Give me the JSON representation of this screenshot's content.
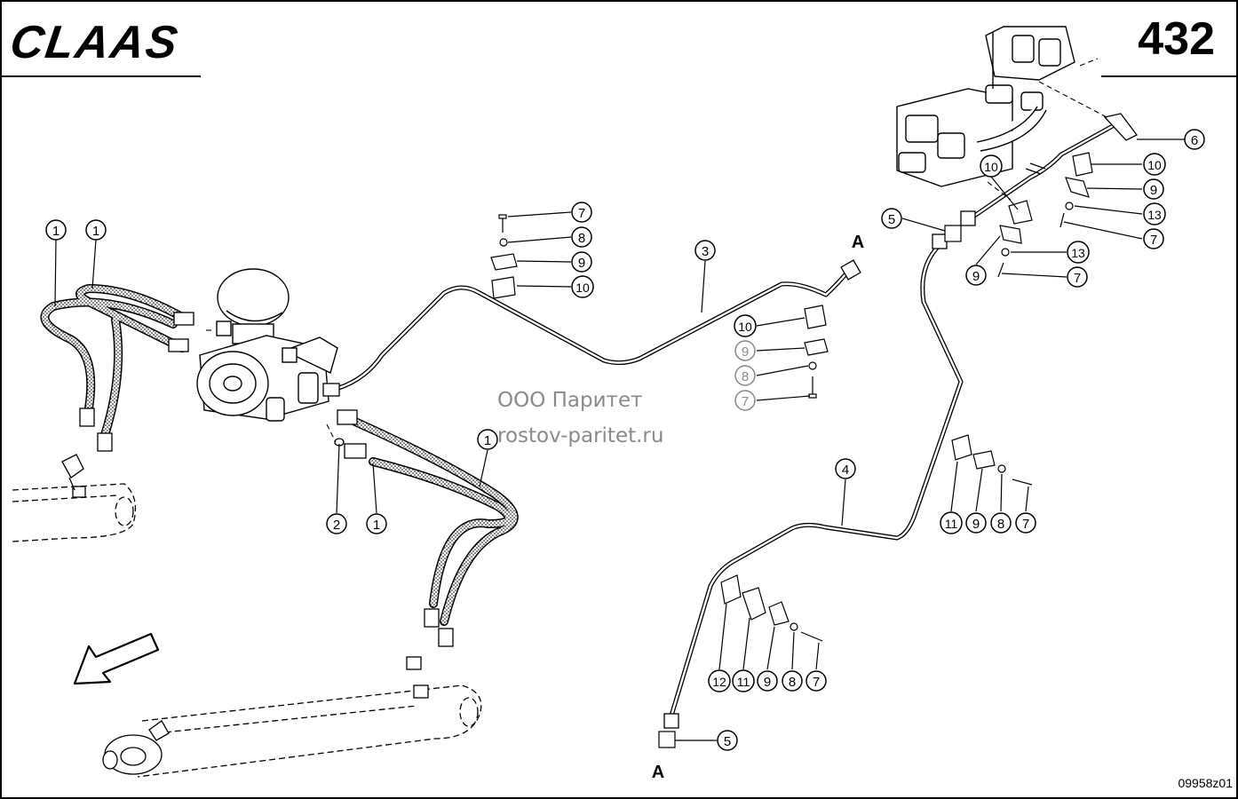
{
  "header": {
    "brand": "CLAAS",
    "page_number": "432"
  },
  "watermark": {
    "line1": "ООО Паритет",
    "line2": "rostov-paritet.ru"
  },
  "footer": {
    "doc_ref": "09958z01"
  },
  "connection_label": "A",
  "callouts": [
    {
      "id": "c1a",
      "label": "1",
      "gray": false
    },
    {
      "id": "c1b",
      "label": "1",
      "gray": false
    },
    {
      "id": "c1c",
      "label": "1",
      "gray": false
    },
    {
      "id": "c1d",
      "label": "1",
      "gray": false
    },
    {
      "id": "c2",
      "label": "2",
      "gray": false
    },
    {
      "id": "c3",
      "label": "3",
      "gray": false
    },
    {
      "id": "c4",
      "label": "4",
      "gray": false
    },
    {
      "id": "c5a",
      "label": "5",
      "gray": false
    },
    {
      "id": "c5b",
      "label": "5",
      "gray": false
    },
    {
      "id": "c6",
      "label": "6",
      "gray": false
    },
    {
      "id": "c7a",
      "label": "7",
      "gray": false
    },
    {
      "id": "c8a",
      "label": "8",
      "gray": false
    },
    {
      "id": "c9a",
      "label": "9",
      "gray": false
    },
    {
      "id": "c10a",
      "label": "10",
      "gray": false
    },
    {
      "id": "c10b",
      "label": "10",
      "gray": false
    },
    {
      "id": "c9b",
      "label": "9",
      "gray": true
    },
    {
      "id": "c8b",
      "label": "8",
      "gray": true
    },
    {
      "id": "c7b",
      "label": "7",
      "gray": true
    },
    {
      "id": "c10c",
      "label": "10",
      "gray": false
    },
    {
      "id": "c10d",
      "label": "10",
      "gray": false
    },
    {
      "id": "c9c",
      "label": "9",
      "gray": false
    },
    {
      "id": "c13a",
      "label": "13",
      "gray": false
    },
    {
      "id": "c7c",
      "label": "7",
      "gray": false
    },
    {
      "id": "c13b",
      "label": "13",
      "gray": false
    },
    {
      "id": "c9d",
      "label": "9",
      "gray": false
    },
    {
      "id": "c7d",
      "label": "7",
      "gray": false
    },
    {
      "id": "c11a",
      "label": "11",
      "gray": false
    },
    {
      "id": "c9e",
      "label": "9",
      "gray": false
    },
    {
      "id": "c8c",
      "label": "8",
      "gray": false
    },
    {
      "id": "c7e",
      "label": "7",
      "gray": false
    },
    {
      "id": "c12",
      "label": "12",
      "gray": false
    },
    {
      "id": "c11b",
      "label": "11",
      "gray": false
    },
    {
      "id": "c9f",
      "label": "9",
      "gray": false
    },
    {
      "id": "c8d",
      "label": "8",
      "gray": false
    },
    {
      "id": "c7f",
      "label": "7",
      "gray": false
    }
  ]
}
